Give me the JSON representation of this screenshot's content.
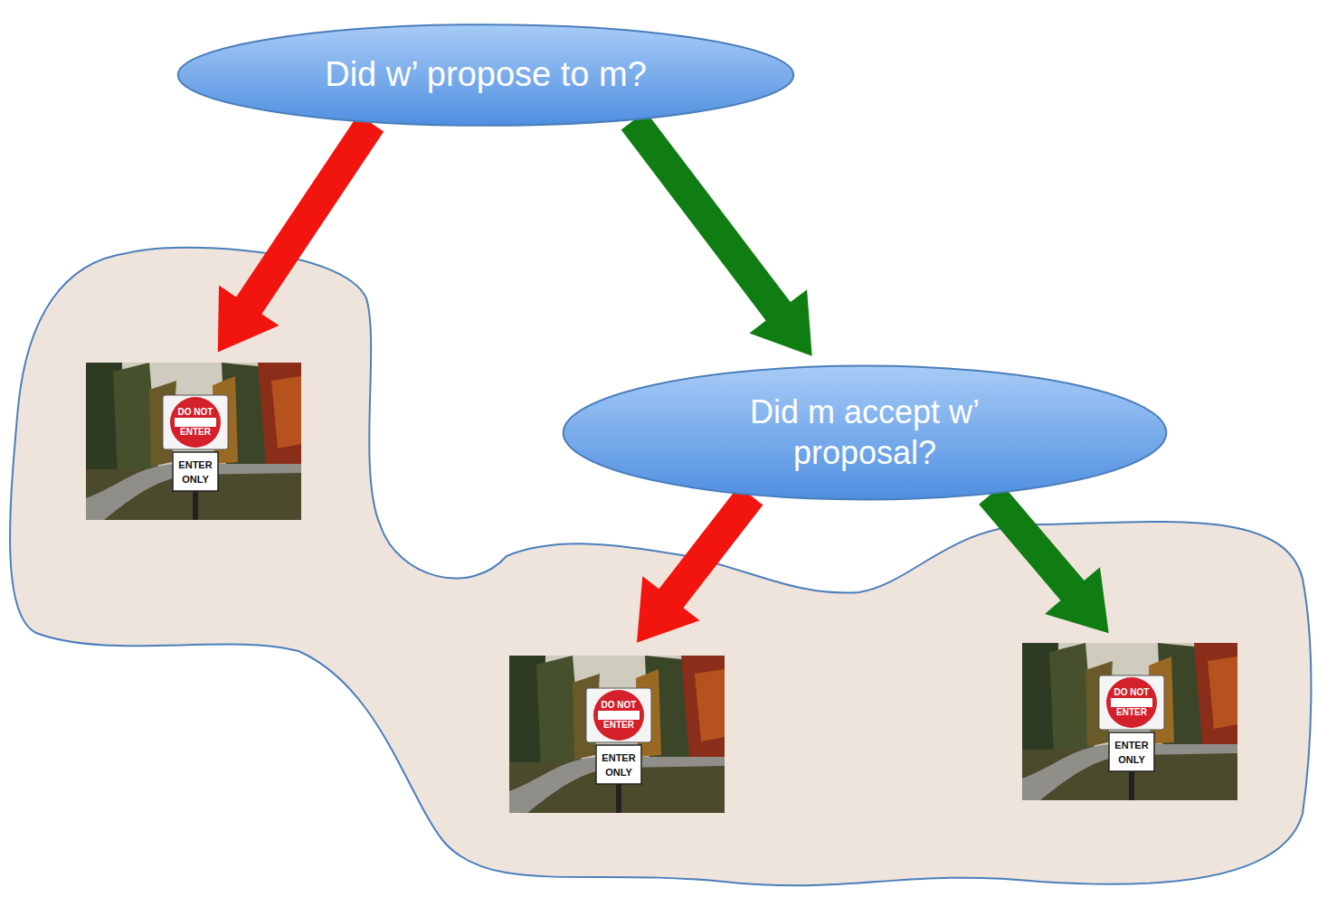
{
  "diagram": {
    "nodes": [
      {
        "text": [
          "Did w’ propose to m?"
        ]
      },
      {
        "text": [
          "DO NOT ENTER",
          "ENTER ONLY"
        ]
      },
      {
        "text": [
          "Did m accept w’ proposal?"
        ]
      },
      {
        "text": [
          "DO NOT ENTER",
          "ENTER ONLY"
        ]
      },
      {
        "text": [
          "DO NOT ENTER",
          "ENTER ONLY"
        ]
      }
    ],
    "edges": [
      {
        "from": 0,
        "to": 1,
        "arrow": "to"
      },
      {
        "from": 0,
        "to": 2,
        "arrow": "to"
      },
      {
        "from": 2,
        "to": 3,
        "arrow": "to"
      },
      {
        "from": 2,
        "to": 4,
        "arrow": "to"
      }
    ]
  }
}
